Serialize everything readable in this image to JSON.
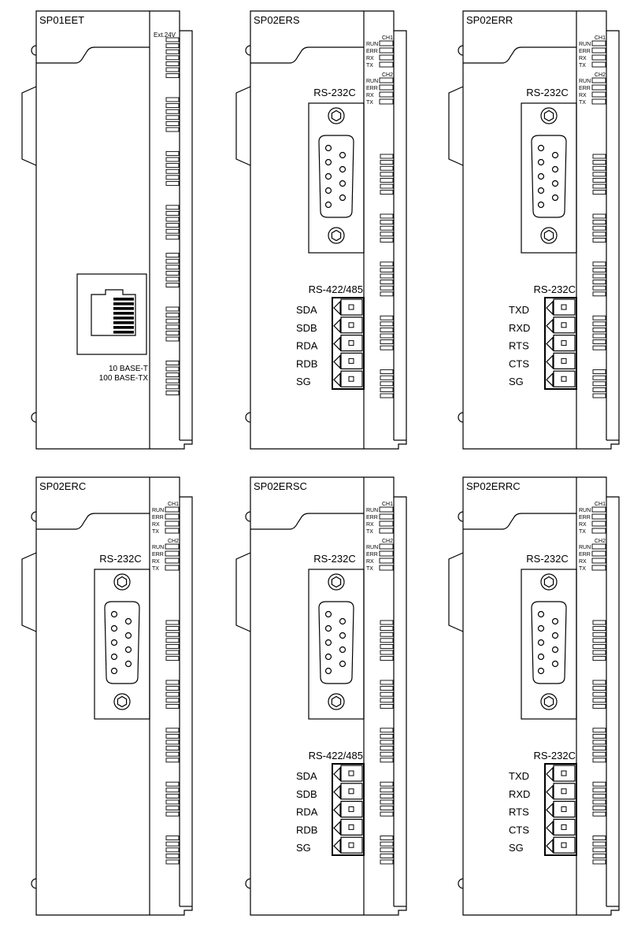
{
  "modules": [
    {
      "model": "SP01EET",
      "type": "ethernet",
      "ext_label": "Ext.24V",
      "port_lines": [
        "10 BASE-T",
        "100 BASE-TX"
      ]
    },
    {
      "model": "SP02ERS",
      "type": "dual",
      "led_groups": [
        {
          "title": "CH1",
          "leds": [
            "RUN",
            "ERR",
            "RX",
            "TX"
          ]
        },
        {
          "title": "CH2",
          "leds": [
            "RUN",
            "ERR",
            "RX",
            "TX"
          ]
        }
      ],
      "dsub_label": "RS-232C",
      "terminal_label": "RS-422/485",
      "pins": [
        "SDA",
        "SDB",
        "RDA",
        "RDB",
        "SG"
      ]
    },
    {
      "model": "SP02ERR",
      "type": "dual",
      "led_groups": [
        {
          "title": "CH1",
          "leds": [
            "RUN",
            "ERR",
            "RX",
            "TX"
          ]
        },
        {
          "title": "CH2",
          "leds": [
            "RUN",
            "ERR",
            "RX",
            "TX"
          ]
        }
      ],
      "dsub_label": "RS-232C",
      "terminal_label": "RS-232C",
      "pins": [
        "TXD",
        "RXD",
        "RTS",
        "CTS",
        "SG"
      ]
    },
    {
      "model": "SP02ERC",
      "type": "single",
      "led_groups": [
        {
          "title": "CH1",
          "leds": [
            "RUN",
            "ERR",
            "RX",
            "TX"
          ]
        },
        {
          "title": "CH2",
          "leds": [
            "RUN",
            "ERR",
            "RX",
            "TX"
          ]
        }
      ],
      "dsub_label": "RS-232C"
    },
    {
      "model": "SP02ERSC",
      "type": "dual",
      "led_groups": [
        {
          "title": "CH1",
          "leds": [
            "RUN",
            "ERR",
            "RX",
            "TX"
          ]
        },
        {
          "title": "CH2",
          "leds": [
            "RUN",
            "ERR",
            "RX",
            "TX"
          ]
        }
      ],
      "dsub_label": "RS-232C",
      "terminal_label": "RS-422/485",
      "pins": [
        "SDA",
        "SDB",
        "RDA",
        "RDB",
        "SG"
      ]
    },
    {
      "model": "SP02ERRC",
      "type": "dual",
      "led_groups": [
        {
          "title": "CH1",
          "leds": [
            "RUN",
            "ERR",
            "RX",
            "TX"
          ]
        },
        {
          "title": "CH2",
          "leds": [
            "RUN",
            "ERR",
            "RX",
            "TX"
          ]
        }
      ],
      "dsub_label": "RS-232C",
      "terminal_label": "RS-232C",
      "pins": [
        "TXD",
        "RXD",
        "RTS",
        "CTS",
        "SG"
      ]
    }
  ]
}
